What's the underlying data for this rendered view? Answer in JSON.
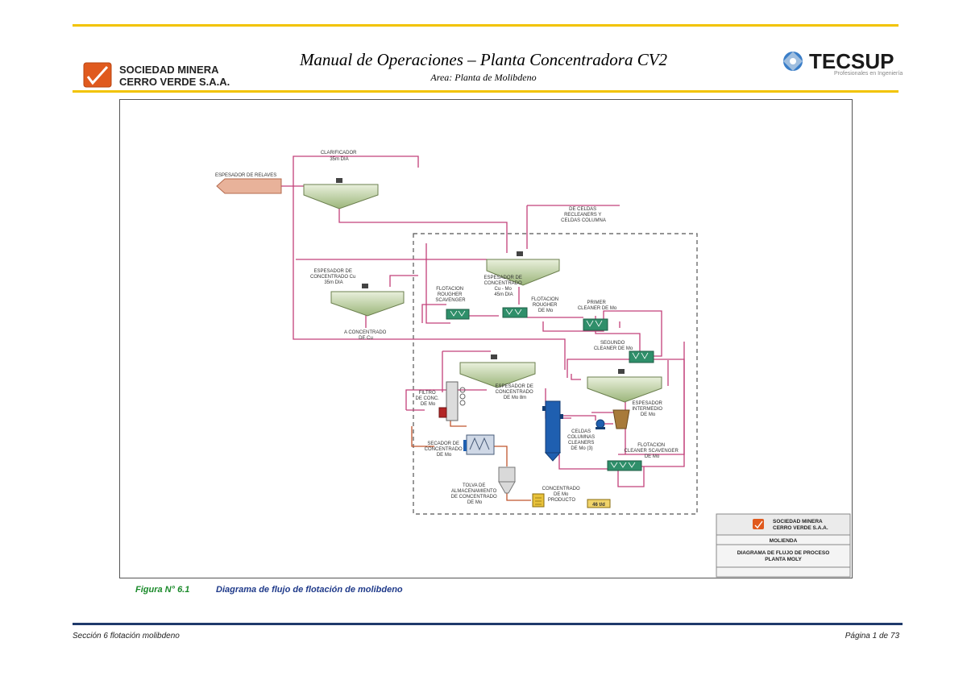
{
  "header": {
    "company_line1": "SOCIEDAD MINERA",
    "company_line2": "CERRO VERDE S.A.A.",
    "title": "Manual de Operaciones  –  Planta Concentradora CV2",
    "area": "Area: Planta de Molibdeno",
    "tecsup_logo": "TECSUP",
    "tecsup_tagline": "Profesionales en Ingeniería"
  },
  "diagram": {
    "labels": {
      "clarificador": [
        "CLARIFICADOR",
        "35m DIA"
      ],
      "espesador_relaves": "ESPESADOR DE RELAVES",
      "de_celdas": [
        "DE CELDAS",
        "RECLEANERS Y",
        "CELDAS COLUMNA"
      ],
      "espesador_cu_mo": [
        "ESPESADOR DE",
        "CONCENTRADO",
        "Cu - Mo",
        "45m DIA"
      ],
      "espesador_cu": [
        "ESPESADOR DE",
        "CONCENTRADO Cu",
        "35m DIA"
      ],
      "flot_rougher_scav": [
        "FLOTACION",
        "ROUGHER",
        "SCAVENGER"
      ],
      "flot_rougher": [
        "FLOTACION",
        "ROUGHER",
        "DE Mo"
      ],
      "primer_cleaner": [
        "PRIMER",
        "CLEANER DE Mo"
      ],
      "a_concentrado": [
        "A CONCENTRADO",
        "DE Cu"
      ],
      "segundo_cleaner": [
        "SEGUNDO",
        "CLEANER DE Mo"
      ],
      "espesador_mo": [
        "ESPESADOR DE",
        "CONCENTRADO",
        "DE Mo 8m"
      ],
      "filtro": [
        "FILTRO",
        "DE CONC.",
        "DE Mo"
      ],
      "espesador_intermedio": [
        "ESPESADOR",
        "INTERMEDIO",
        "DE Mo"
      ],
      "celdas_columnas": [
        "CELDAS",
        "COLUMNAS",
        "CLEANERS",
        "DE Mo (3)"
      ],
      "secador": [
        "SECADOR DE",
        "CONCENTRADO",
        "DE Mo"
      ],
      "flot_cleaner_scav": [
        "FLOTACION",
        "CLEANER SCAVENGER",
        "DE Mo"
      ],
      "tolva": [
        "TOLVA DE",
        "ALMACENAMIENTO",
        "DE CONCENTRADO",
        "DE Mo"
      ],
      "concentrado_producto": [
        "CONCENTRADO",
        "DE Mo",
        "PRODUCTO"
      ],
      "tonnage": "46 t/d"
    },
    "title_block": {
      "company_line1": "SOCIEDAD MINERA",
      "company_line2": "CERRO VERDE S.A.A.",
      "section": "MOLIENDA",
      "drawing_title_line1": "DIAGRAMA DE FLUJO DE PROCESO",
      "drawing_title_line2": "PLANTA MOLY"
    }
  },
  "caption": {
    "number": "Figura N°  6.1",
    "text": "Diagrama de flujo  de flotación de molibdeno"
  },
  "footer": {
    "section": "Sección 6 flotación molibdeno",
    "page": "Página 1 de 73"
  },
  "colors": {
    "flow_line": "#c2407a",
    "equipment_green": "#2f8f6a",
    "rule_yellow": "#f2c300",
    "rule_blue": "#1f3a6b"
  }
}
